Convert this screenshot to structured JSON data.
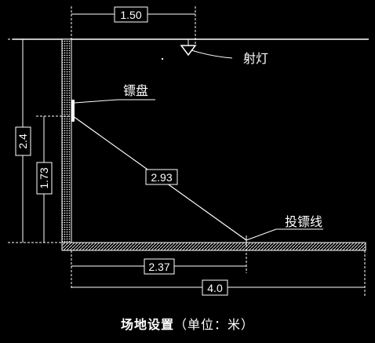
{
  "labels": {
    "spotlight": "射灯",
    "dartboard": "镖盘",
    "throw_line": "投镖线"
  },
  "dimensions": {
    "spot_offset": "1.50",
    "total_height": "2.4",
    "board_height": "1.73",
    "diagonal": "2.93",
    "throw_distance": "2.37",
    "floor_length": "4.0"
  },
  "caption": {
    "title": "场地设置",
    "unit": "（单位：米）"
  },
  "colors": {
    "background": "#000000",
    "lines": "#ffffff"
  }
}
